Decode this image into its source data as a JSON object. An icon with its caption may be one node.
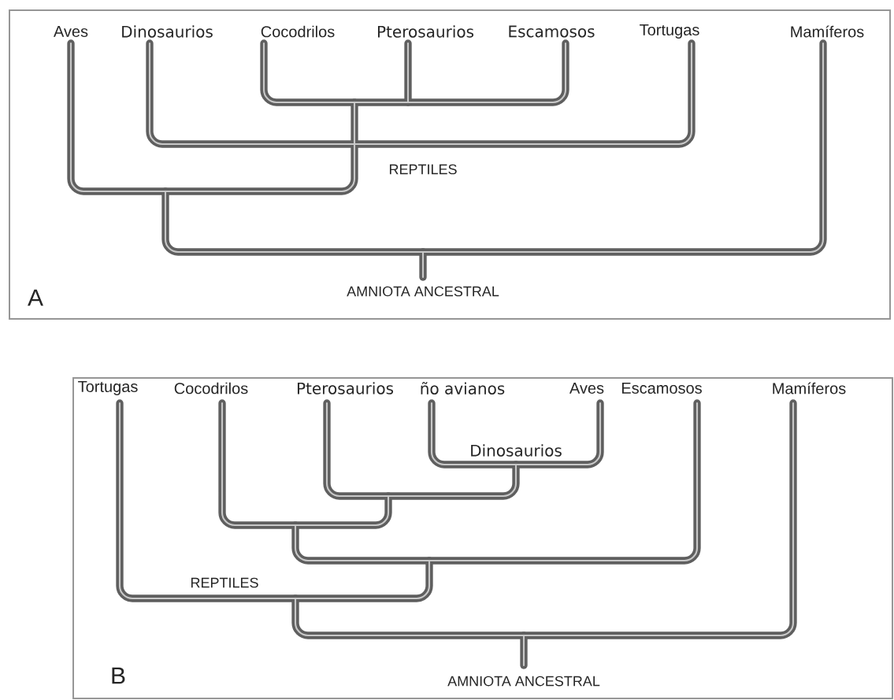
{
  "diagram": {
    "labels": [
      "Aves",
      "Dinosaurios",
      "Cocodrilos",
      "Pterosaurios",
      "Escamosos",
      "Tortugas",
      "Mamíferos",
      "REPTILES",
      "AMNIOTA ANCESTRAL",
      "A",
      "Tortugas",
      "Cocodrilos",
      "Pterosaurios",
      "ño avianos",
      "Aves",
      "Escamosos",
      "Mamíferos",
      "Dinosaurios",
      "REPTILES",
      "AMNIOTA ANCESTRAL",
      "B"
    ]
  }
}
